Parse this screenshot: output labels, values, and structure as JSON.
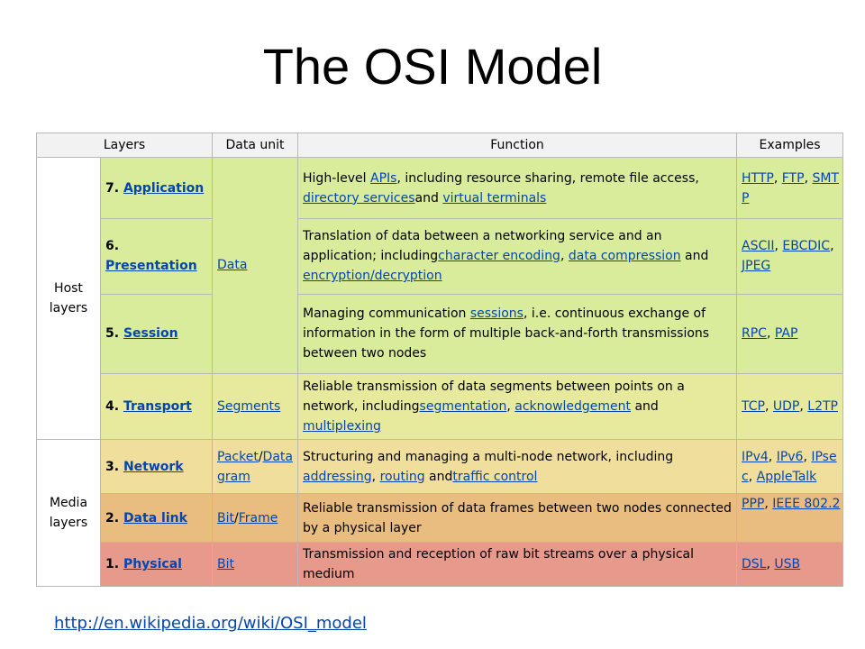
{
  "title": "The OSI Model",
  "headers": {
    "layers": "Layers",
    "data_unit": "Data unit",
    "function": "Function",
    "examples": "Examples"
  },
  "groups": {
    "host": "Host layers",
    "media": "Media layers"
  },
  "rows": {
    "application": {
      "num": "7. ",
      "name": "Application",
      "unit": "Data",
      "f1": "High-level ",
      "f2": "APIs",
      "f3": ", including resource sharing, remote file access, ",
      "f4": "directory services",
      "f5": "and ",
      "f6": "virtual terminals",
      "e1": "HTTP",
      "s1": ", ",
      "e2": "FTP",
      "s2": ", ",
      "e3": "SMTP"
    },
    "presentation": {
      "num": "6. ",
      "name": "Presentation",
      "f1": "Translation of data between a networking service and an application; including",
      "f2": "character encoding",
      "f3": ", ",
      "f4": "data compression",
      "f5": " and ",
      "f6": "encryption/decryption",
      "e1": "ASCII",
      "s1": ", ",
      "e2": "EBCDIC",
      "s2": ", ",
      "e3": "JPEG"
    },
    "session": {
      "num": "5. ",
      "name": "Session",
      "f1": "Managing communication ",
      "f2": "sessions",
      "f3": ", i.e. continuous exchange of information in the form of multiple back-and-forth transmissions between two nodes",
      "e1": "RPC",
      "s1": ", ",
      "e2": "PAP"
    },
    "transport": {
      "num": "4. ",
      "name": "Transport",
      "unit": "Segments",
      "f1": "Reliable transmission of data segments between points on a network, including",
      "f2": "segmentation",
      "f3": ", ",
      "f4": "acknowledgement",
      "f5": " and ",
      "f6": "multiplexing",
      "e1": "TCP",
      "s1": ", ",
      "e2": "UDP",
      "s2": ", ",
      "e3": "L2TP"
    },
    "network": {
      "num": "3. ",
      "name": "Network",
      "unit1": "Packet",
      "unit_sep": "/",
      "unit2": "Datagram",
      "f1": "Structuring and managing a multi-node network, including ",
      "f2": "addressing",
      "f3": ", ",
      "f4": "routing",
      "f5": " and",
      "f6": "traffic control",
      "e1": "IPv4",
      "s1": ", ",
      "e2": "IPv6",
      "s2": ", ",
      "e3": "IPsec",
      "s3": ", ",
      "e4": "AppleTalk"
    },
    "datalink": {
      "num": "2. ",
      "name": "Data link",
      "unit1": "Bit",
      "unit_sep": "/",
      "unit2": "Frame",
      "f1": "Reliable transmission of data frames between two nodes connected by a physical layer",
      "e1": "PPP",
      "s1": ", ",
      "e2": "IEEE 802.2"
    },
    "physical": {
      "num": "1. ",
      "name": "Physical",
      "unit": "Bit",
      "f1": "Transmission and reception of raw bit streams over a physical medium",
      "e1": "DSL",
      "s1": ", ",
      "e2": "USB"
    }
  },
  "source_url": "http://en.wikipedia.org/wiki/OSI_model",
  "colors": {
    "host": "#d8ec9c",
    "transport": "#e7ea9c",
    "network": "#f0df9c",
    "datalink": "#e8bd7f",
    "physical": "#e7998c",
    "link": "#0645ad"
  }
}
